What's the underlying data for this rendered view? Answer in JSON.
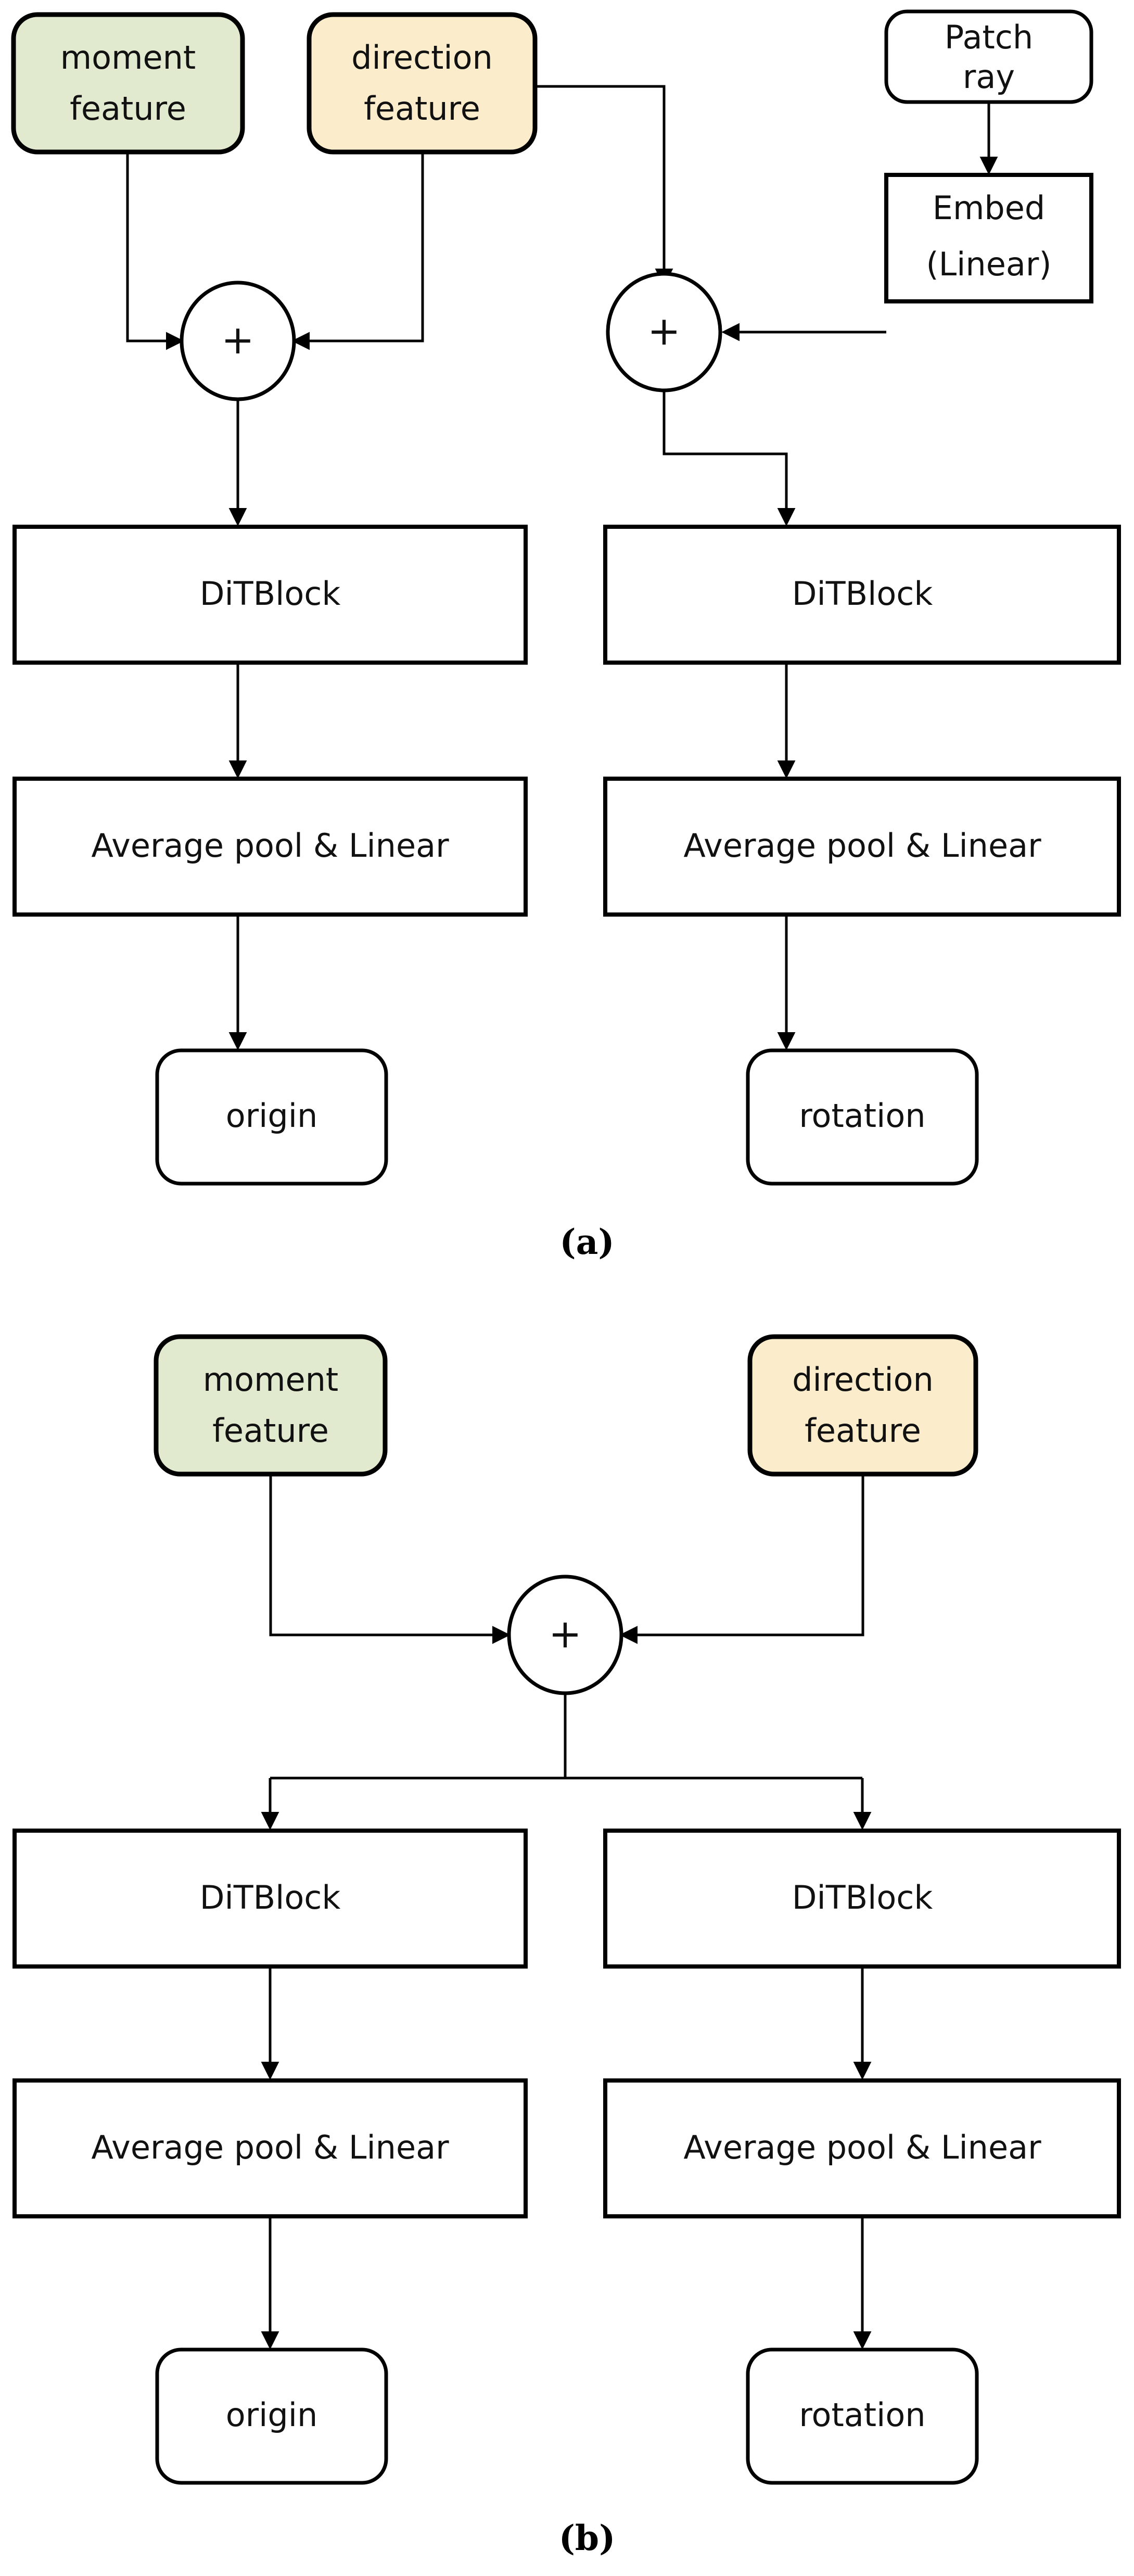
{
  "figure": {
    "type": "flowchart-diagram",
    "background_color": "#ffffff",
    "colors": {
      "moment_fill": "#e1eacf",
      "direction_fill": "#fbeccb",
      "plain_fill": "#ffffff",
      "stroke": "#000000"
    },
    "panels": [
      {
        "caption": "(a)",
        "nodes": {
          "moment_feature": {
            "line1": "moment",
            "line2": "feature"
          },
          "direction_feature": {
            "line1": "direction",
            "line2": "feature"
          },
          "patch_ray": {
            "line1": "Patch",
            "line2": "ray"
          },
          "embed_linear": {
            "line1": "Embed",
            "line2": "(Linear)"
          },
          "plus_left": "+",
          "plus_right": "+",
          "ditblock_left": "DiTBlock",
          "ditblock_right": "DiTBlock",
          "pool_left": "Average pool & Linear",
          "pool_right": "Average pool & Linear",
          "origin": "origin",
          "rotation": "rotation"
        }
      },
      {
        "caption": "(b)",
        "nodes": {
          "moment_feature": {
            "line1": "moment",
            "line2": "feature"
          },
          "direction_feature": {
            "line1": "direction",
            "line2": "feature"
          },
          "plus": "+",
          "ditblock_left": "DiTBlock",
          "ditblock_right": "DiTBlock",
          "pool_left": "Average pool & Linear",
          "pool_right": "Average pool & Linear",
          "origin": "origin",
          "rotation": "rotation"
        }
      }
    ]
  }
}
